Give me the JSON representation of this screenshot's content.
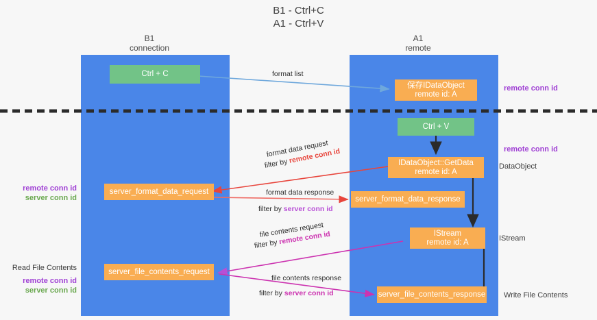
{
  "title": {
    "line1": "B1 - Ctrl+C",
    "line2": "A1 - Ctrl+V"
  },
  "lanes": [
    {
      "id": "b1",
      "name": "B1",
      "sub": "connection",
      "color": "#4a86e8"
    },
    {
      "id": "a1",
      "name": "A1",
      "sub": "remote",
      "color": "#4a86e8"
    }
  ],
  "nodes": {
    "ctrl_c": {
      "label": "Ctrl + C",
      "color": "#72c387"
    },
    "save_dataobj": {
      "line1": "保存IDataObject",
      "line2": "remote id: A",
      "color": "#f9ad52"
    },
    "ctrl_v": {
      "label": "Ctrl + V",
      "color": "#72c387"
    },
    "getdata": {
      "line1": "IDataObject::GetData",
      "line2": "remote id: A",
      "color": "#f9ad52"
    },
    "fmt_req": {
      "label": "server_format_data_request",
      "color": "#f9ad52"
    },
    "fmt_resp": {
      "label": "server_format_data_response",
      "color": "#f9ad52"
    },
    "istream": {
      "line1": "IStream",
      "line2": "remote id: A",
      "color": "#f9ad52"
    },
    "file_req": {
      "label": "server_file_contents_request",
      "color": "#f9ad52"
    },
    "file_resp": {
      "label": "server_file_contents_response",
      "color": "#f9ad52"
    }
  },
  "edges": {
    "format_list": {
      "label": "format list"
    },
    "format_data_request": {
      "label": "format data request",
      "filter_prefix": "filter by ",
      "filter_key": "remote conn id"
    },
    "format_data_response": {
      "label": "format data response",
      "filter_prefix": "filter by ",
      "filter_key": "server conn id"
    },
    "file_contents_request": {
      "label": "file contents request",
      "filter_prefix": "filter by ",
      "filter_key": "remote conn id"
    },
    "file_contents_response": {
      "label": "file contents response",
      "filter_prefix": "filter by ",
      "filter_key": "server conn id"
    }
  },
  "annotations": {
    "right_1": {
      "key": "remote conn id"
    },
    "right_2": {
      "key": "remote conn id",
      "note": "DataObject"
    },
    "right_3": {
      "note": "IStream"
    },
    "right_4": {
      "note": "Write File Contents"
    },
    "left_1": {
      "key_remote": "remote conn id",
      "key_server": "server conn id"
    },
    "left_2": {
      "note": "Read File Contents",
      "key_remote": "remote conn id",
      "key_server": "server conn id"
    }
  },
  "colors": {
    "lane": "#4a86e8",
    "green_node": "#72c387",
    "orange_node": "#f9ad52",
    "remote_key": "#9f3fd4",
    "server_key": "#6aa84f",
    "divider": "#2b2b2b",
    "edge_blue": "#6fa8dc",
    "edge_red": "#e8453c",
    "edge_purple": "#b84fd6",
    "edge_magenta": "#cc33b0",
    "edge_dark": "#2b2b2b"
  }
}
